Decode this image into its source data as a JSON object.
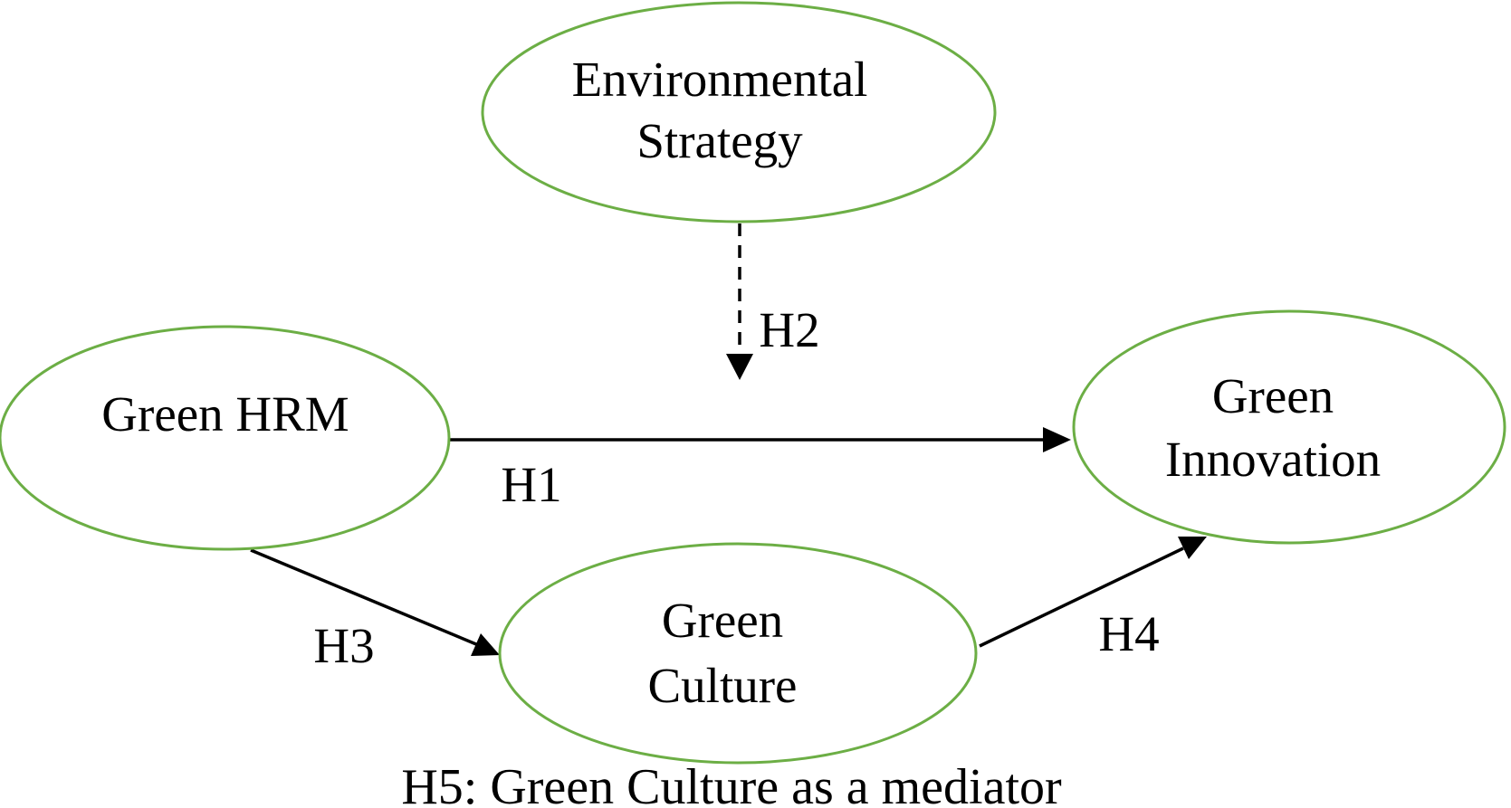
{
  "diagram": {
    "kind": "hypothesis-path-model",
    "colors": {
      "node_border": "#6cae45",
      "node_fill": "#ffffff",
      "line": "#000000",
      "text": "#000000",
      "background": "#ffffff"
    },
    "nodes": [
      {
        "id": "environmental-strategy",
        "lines": [
          "Environmental",
          "Strategy"
        ]
      },
      {
        "id": "green-hrm",
        "lines": [
          "Green HRM"
        ]
      },
      {
        "id": "green-innovation",
        "lines": [
          "Green",
          "Innovation"
        ]
      },
      {
        "id": "green-culture",
        "lines": [
          "Green",
          "Culture"
        ]
      }
    ],
    "edges": [
      {
        "id": "H1",
        "label": "H1",
        "from": "Green HRM",
        "to": "Green Innovation",
        "style": "solid"
      },
      {
        "id": "H2",
        "label": "H2",
        "from": "Environmental Strategy",
        "to": "H1 arrow",
        "style": "dashed"
      },
      {
        "id": "H3",
        "label": "H3",
        "from": "Green HRM",
        "to": "Green Culture",
        "style": "solid"
      },
      {
        "id": "H4",
        "label": "H4",
        "from": "Green Culture",
        "to": "Green Innovation",
        "style": "solid"
      }
    ],
    "note": "H5: Green Culture as a mediator"
  }
}
